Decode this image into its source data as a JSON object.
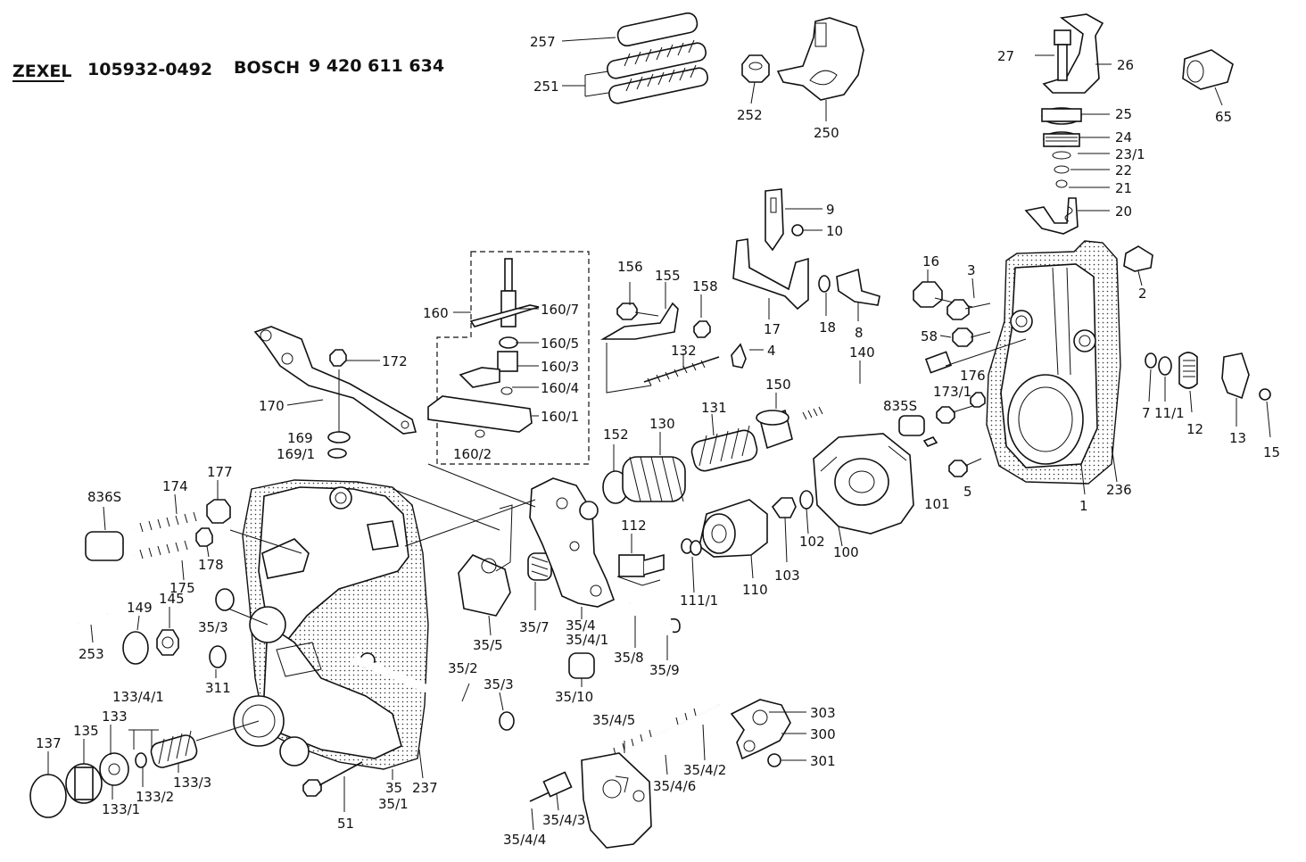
{
  "header": {
    "brand": "ZEXEL",
    "zexel_number": "105932-0492",
    "oem": "BOSCH",
    "bosch_number": "9 420 611 634"
  },
  "labels": {
    "l257": "257",
    "l251": "251",
    "l252": "252",
    "l250": "250",
    "l27": "27",
    "l26": "26",
    "l25": "25",
    "l24": "24",
    "l23_1": "23/1",
    "l22": "22",
    "l21": "21",
    "l20": "20",
    "l65": "65",
    "l9": "9",
    "l10": "10",
    "l17": "17",
    "l18": "18",
    "l8": "8",
    "l16": "16",
    "l3": "3",
    "l2": "2",
    "l58": "58",
    "l4": "4",
    "l156": "156",
    "l155": "155",
    "l158": "158",
    "l132": "132",
    "l140": "140",
    "l176": "176",
    "l173_1": "173/1",
    "l835S": "835S",
    "l7": "7",
    "l11_1": "11/1",
    "l12": "12",
    "l13": "13",
    "l15": "15",
    "l236": "236",
    "l1": "1",
    "l5": "5",
    "l101": "101",
    "l160": "160",
    "l160_7": "160/7",
    "l160_5": "160/5",
    "l160_3": "160/3",
    "l160_4": "160/4",
    "l160_1": "160/1",
    "l160_2": "160/2",
    "l172": "172",
    "l170": "170",
    "l169": "169",
    "l169_1": "169/1",
    "l152": "152",
    "l130": "130",
    "l131": "131",
    "l150": "150",
    "l100": "100",
    "l102": "102",
    "l103": "103",
    "l110": "110",
    "l111_1": "111/1",
    "l112": "112",
    "l836S": "836S",
    "l174": "174",
    "l177": "177",
    "l175": "175",
    "l178": "178",
    "l253": "253",
    "l149": "149",
    "l145": "145",
    "l35_3a": "35/3",
    "l311": "311",
    "l35_5": "35/5",
    "l35_7": "35/7",
    "l35_4": "35/4",
    "l35_4_1": "35/4/1",
    "l35_8": "35/8",
    "l35_9": "35/9",
    "l35_10": "35/10",
    "l35_2": "35/2",
    "l35_3b": "35/3",
    "l133_4_1": "133/4/1",
    "l133": "133",
    "l135": "135",
    "l137": "137",
    "l133_1": "133/1",
    "l133_2": "133/2",
    "l133_3": "133/3",
    "l35": "35",
    "l35_1": "35/1",
    "l237": "237",
    "l51": "51",
    "l35_4_5": "35/4/5",
    "l35_4_6": "35/4/6",
    "l35_4_2": "35/4/2",
    "l35_4_3": "35/4/3",
    "l35_4_4": "35/4/4",
    "l303": "303",
    "l300": "300",
    "l301": "301"
  }
}
